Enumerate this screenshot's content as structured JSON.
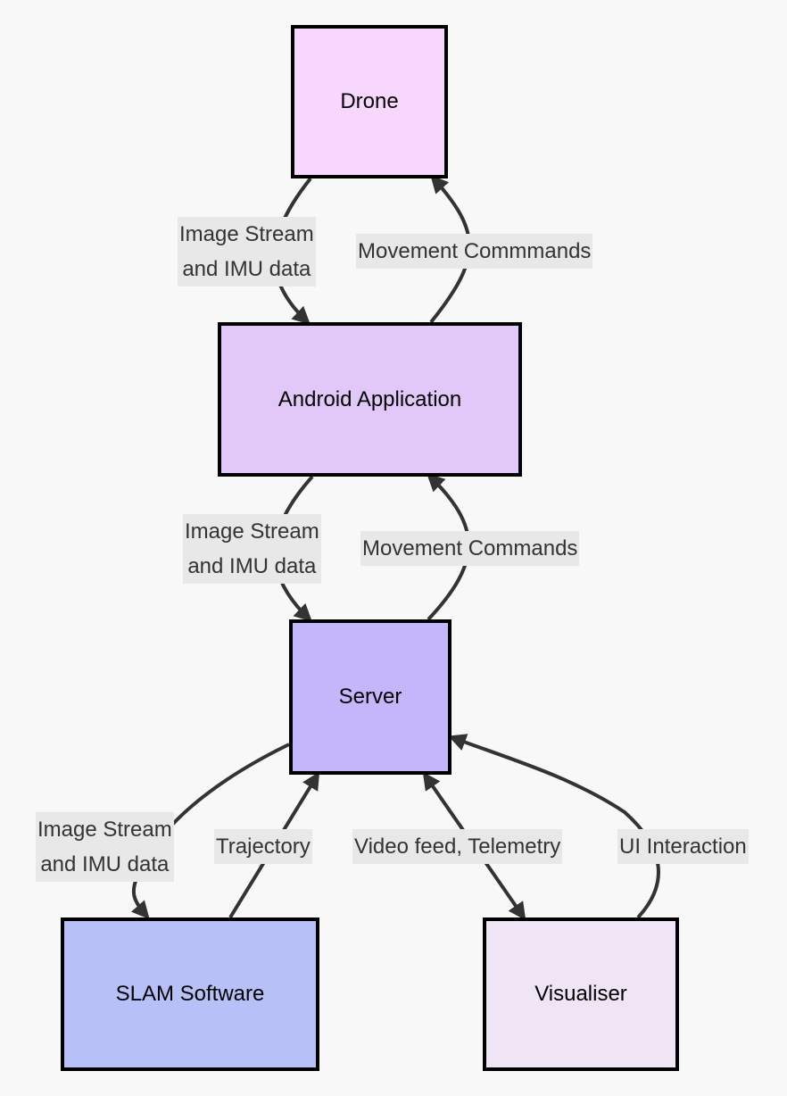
{
  "nodes": {
    "drone": {
      "label": "Drone",
      "color": "#f8d7fe"
    },
    "android": {
      "label": "Android Application",
      "color": "#e1c8f8"
    },
    "server": {
      "label": "Server",
      "color": "#c3b6fb"
    },
    "slam": {
      "label": "SLAM Software",
      "color": "#b8c0f8"
    },
    "visualiser": {
      "label": "Visualiser",
      "color": "#f0e5f4"
    }
  },
  "edges": {
    "drone_to_android": {
      "line1": "Image Stream",
      "line2": "and IMU data"
    },
    "android_to_drone": {
      "label": "Movement Commmands"
    },
    "android_to_server": {
      "line1": "Image Stream",
      "line2": "and IMU data"
    },
    "server_to_android": {
      "label": "Movement Commands"
    },
    "server_to_slam": {
      "line1": "Image Stream",
      "line2": "and IMU data"
    },
    "slam_to_server": {
      "label": "Trajectory"
    },
    "server_visualiser": {
      "label": "Video feed, Telemetry"
    },
    "visualiser_to_server": {
      "label": "UI Interaction"
    }
  },
  "colors": {
    "edge": "#333333",
    "border": "#000000",
    "label_bg": "#e8e8e8"
  }
}
